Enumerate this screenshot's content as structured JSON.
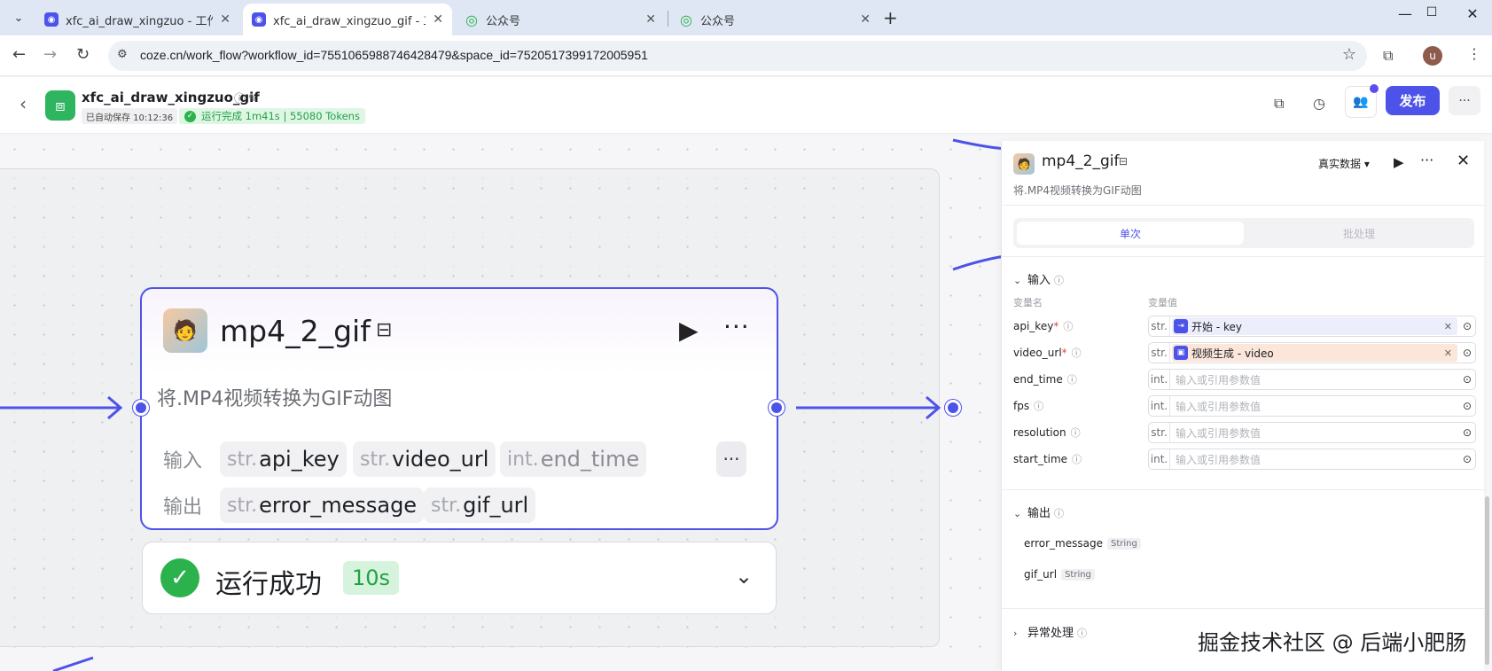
{
  "browser": {
    "tabs": [
      {
        "title": "xfc_ai_draw_xingzuo - 工作流",
        "active": false
      },
      {
        "title": "xfc_ai_draw_xingzuo_gif - 工作",
        "active": true
      },
      {
        "title": "公众号",
        "active": false
      },
      {
        "title": "公众号",
        "active": false
      }
    ],
    "url": "coze.cn/work_flow?workflow_id=7551065988746428479&space_id=7520517399172005951",
    "profile_initial": "u"
  },
  "header": {
    "title": "xfc_ai_draw_xingzuo_gif",
    "autosave": "已自动保存 10:12:36",
    "run_status": "运行完成 1m41s | 55080 Tokens",
    "publish_label": "发布"
  },
  "node": {
    "title": "mp4_2_gif",
    "description": "将.MP4视频转换为GIF动图",
    "input_label": "输入",
    "output_label": "输出",
    "inputs": [
      {
        "type": "str.",
        "name": "api_key"
      },
      {
        "type": "str.",
        "name": "video_url"
      },
      {
        "type": "int.",
        "name": "end_time"
      }
    ],
    "outputs": [
      {
        "type": "str.",
        "name": "error_message"
      },
      {
        "type": "str.",
        "name": "gif_url"
      }
    ],
    "run_result": "运行成功",
    "run_time": "10s"
  },
  "panel": {
    "title": "mp4_2_gif",
    "description": "将.MP4视频转换为GIF动图",
    "data_mode": "真实数据",
    "tab_single": "单次",
    "tab_batch": "批处理",
    "input_section": "输入",
    "col_name": "变量名",
    "col_value": "变量值",
    "params": [
      {
        "name": "api_key",
        "required": "*",
        "type": "str.",
        "ref": "开始 - key",
        "placeholder": ""
      },
      {
        "name": "video_url",
        "required": "*",
        "type": "str.",
        "ref": "视频生成 - video",
        "placeholder": ""
      },
      {
        "name": "end_time",
        "required": "",
        "type": "int.",
        "ref": "",
        "placeholder": "输入或引用参数值"
      },
      {
        "name": "fps",
        "required": "",
        "type": "int.",
        "ref": "",
        "placeholder": "输入或引用参数值"
      },
      {
        "name": "resolution",
        "required": "",
        "type": "str.",
        "ref": "",
        "placeholder": "输入或引用参数值"
      },
      {
        "name": "start_time",
        "required": "",
        "type": "int.",
        "ref": "",
        "placeholder": "输入或引用参数值"
      }
    ],
    "output_section": "输出",
    "outputs": [
      {
        "name": "error_message",
        "type": "String"
      },
      {
        "name": "gif_url",
        "type": "String"
      }
    ],
    "exception_section": "异常处理"
  },
  "watermark": "掘金技术社区 @ 后端小肥肠",
  "colors": {
    "accent": "#4d53e8",
    "success": "#2bb24c",
    "ref_orange": "#fbe6d9",
    "ref_blue": "#eceefb"
  }
}
